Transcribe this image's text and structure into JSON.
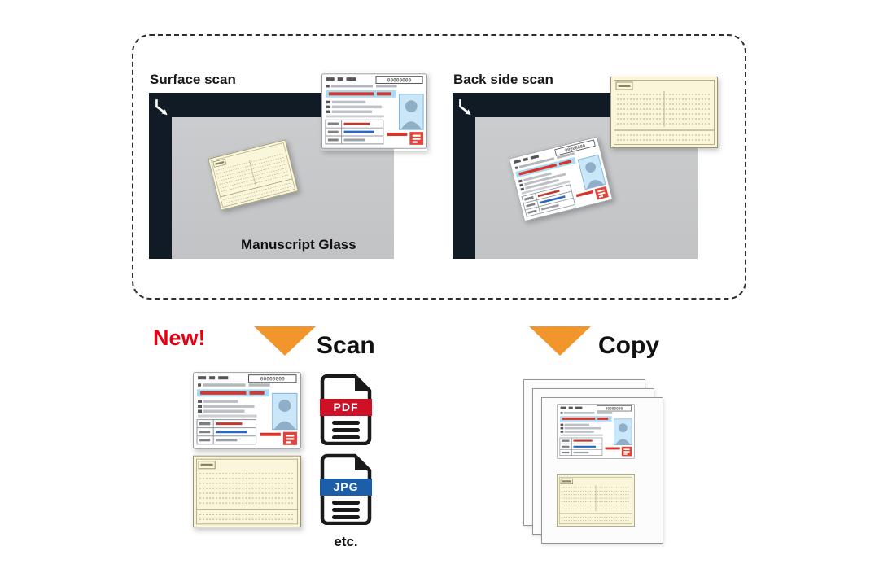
{
  "colors": {
    "orange": "#F2952D",
    "new_red": "#E60012",
    "pdf_red": "#CE1126",
    "jpg_blue": "#1C5FA8",
    "bed_dark": "#101B26",
    "glass_gray": "#CBCCCE"
  },
  "diagram": {
    "surface_scan": {
      "title": "Surface scan",
      "glass_label": "Manuscript Glass"
    },
    "back_side_scan": {
      "title": "Back side scan"
    }
  },
  "flow": {
    "new_badge": "New!",
    "scan": {
      "label": "Scan",
      "etc": "etc.",
      "formats": [
        {
          "label": "PDF"
        },
        {
          "label": "JPG"
        }
      ]
    },
    "copy": {
      "label": "Copy"
    }
  },
  "card": {
    "number": "00000000"
  }
}
